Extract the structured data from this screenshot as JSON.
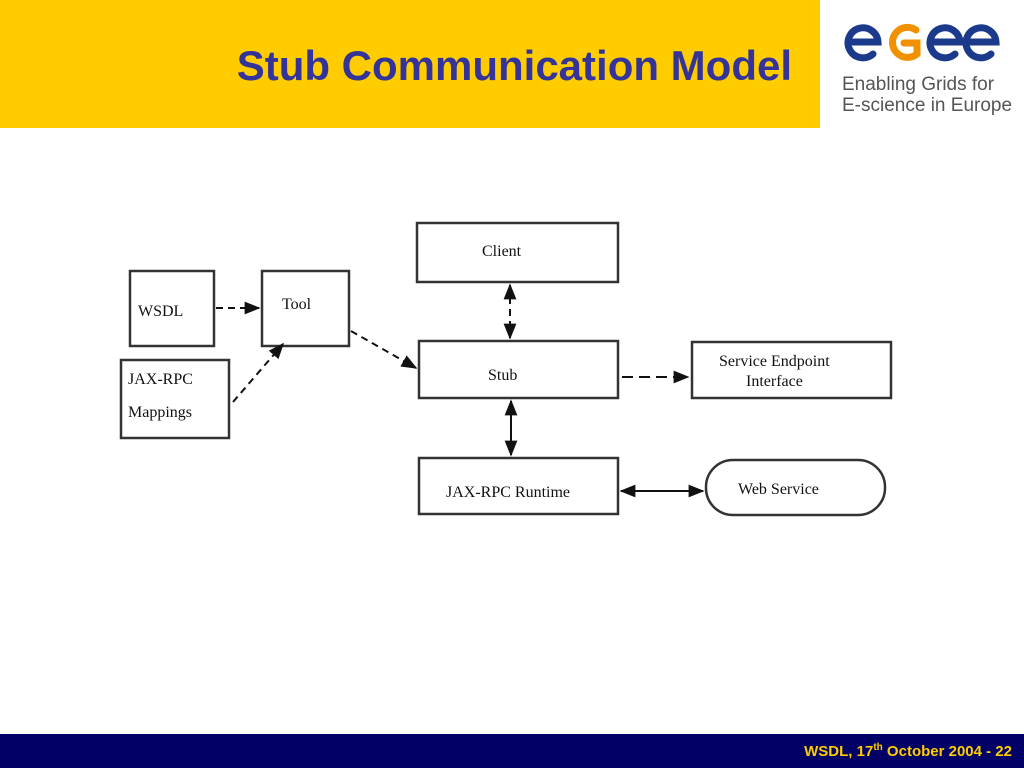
{
  "header": {
    "title": "Stub Communication Model"
  },
  "logo": {
    "mark_text": "egee",
    "tagline_line1": "Enabling Grids for",
    "tagline_line2": "E-science in Europe",
    "colors": {
      "blue": "#1B3A8C",
      "orange": "#F29100",
      "gray": "#555555"
    }
  },
  "diagram": {
    "nodes": {
      "wsdl": "WSDL",
      "tool": "Tool",
      "jaxrpc_mappings_line1": "JAX-RPC",
      "jaxrpc_mappings_line2": "Mappings",
      "client": "Client",
      "stub": "Stub",
      "sei_line1": "Service Endpoint",
      "sei_line2": "Interface",
      "runtime": "JAX-RPC Runtime",
      "web_service": "Web Service"
    },
    "edges": [
      {
        "from": "wsdl",
        "to": "tool",
        "style": "dashed",
        "direction": "forward"
      },
      {
        "from": "jaxrpc_mappings",
        "to": "tool",
        "style": "dashed",
        "direction": "forward"
      },
      {
        "from": "tool",
        "to": "stub",
        "style": "dashed",
        "direction": "forward"
      },
      {
        "from": "client",
        "to": "stub",
        "style": "dashed",
        "direction": "both"
      },
      {
        "from": "stub",
        "to": "service_endpoint_interface",
        "style": "dashed",
        "direction": "forward"
      },
      {
        "from": "stub",
        "to": "runtime",
        "style": "solid",
        "direction": "both"
      },
      {
        "from": "runtime",
        "to": "web_service",
        "style": "solid",
        "direction": "both"
      }
    ]
  },
  "footer": {
    "text_before_sup": "WSDL, 17",
    "sup": "th",
    "text_after_sup": " October 2004  - 22",
    "colors": {
      "background": "#000066",
      "text": "#FFCC00"
    }
  },
  "colors": {
    "header_band": "#FFCC00",
    "title": "#333399"
  }
}
